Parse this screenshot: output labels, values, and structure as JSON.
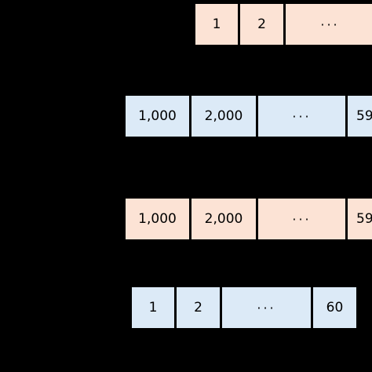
{
  "colors": {
    "peach": "#FCE3D5",
    "blue": "#DCEAF7",
    "background": "#000000"
  },
  "rows": [
    {
      "color": "peach",
      "cells": [
        "1",
        "2",
        "···"
      ]
    },
    {
      "color": "blue",
      "cells": [
        "1,000",
        "2,000",
        "···",
        "59"
      ]
    },
    {
      "color": "peach",
      "cells": [
        "1,000",
        "2,000",
        "···",
        "59"
      ]
    },
    {
      "color": "blue",
      "cells": [
        "1",
        "2",
        "···",
        "60"
      ]
    }
  ]
}
